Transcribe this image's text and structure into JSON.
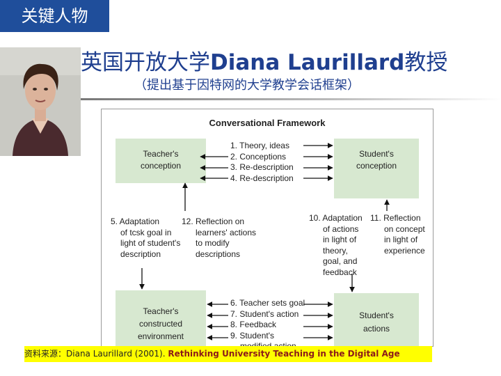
{
  "tag": "关键人物",
  "title": {
    "cn_prefix": "英国开放大学",
    "name": "Diana Laurillard",
    "cn_suffix": "教授"
  },
  "subtitle": "（提出基于因特网的大学教学会话框架）",
  "figure": {
    "title": "Conversational Framework",
    "boxes": {
      "teacher_conception": [
        "Teacher's",
        "conception"
      ],
      "student_conception": [
        "Student's",
        "conception"
      ],
      "teacher_env": [
        "Teacher's",
        "constructed",
        "environment"
      ],
      "student_actions": [
        "Student's",
        "actions"
      ]
    },
    "top_steps": [
      "1. Theory, ideas",
      "2. Conceptions",
      "3. Re-description",
      "4. Re-description"
    ],
    "bottom_steps": [
      "6. Teacher sets goal",
      "7. Student's action",
      "8. Feedback",
      "9. Student's",
      "modified action"
    ],
    "step5": [
      "5. Adaptation",
      "of tcsk goal in",
      "light of student's",
      "description"
    ],
    "step12": [
      "12. Reflection on",
      "learners' actions",
      "to modify",
      "descriptions"
    ],
    "step10": [
      "10. Adaptation",
      "of actions",
      "in light of",
      "theory,",
      "goal, and",
      "feedback"
    ],
    "step11": [
      "11. Reflection",
      "on concept",
      "in light of",
      "experience"
    ]
  },
  "source": {
    "prefix": "资料来源：",
    "text": "Diana Laurillard (2001). ",
    "book": "Rethinking University Teaching in the Digital Age"
  },
  "colors": {
    "tag_bg": "#1f4e9b",
    "title": "#1f3f8f",
    "box": "#d7e8d0",
    "highlight": "#ffff00",
    "book": "#8b1a1a"
  }
}
